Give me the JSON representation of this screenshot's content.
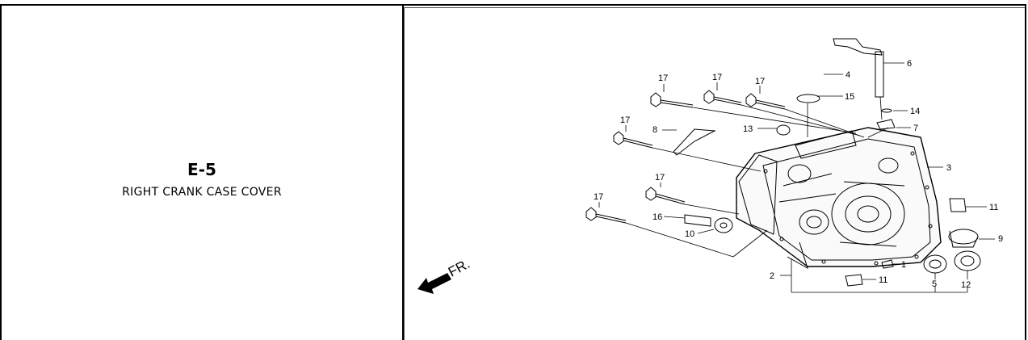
{
  "section": {
    "code": "E-5",
    "title": "RIGHT CRANK CASE COVER"
  },
  "diagram": {
    "direction_label": "FR.",
    "callouts": {
      "c1": "1",
      "c2": "2",
      "c3": "3",
      "c4": "4",
      "c5": "5",
      "c6": "6",
      "c7": "7",
      "c8": "8",
      "c9": "9",
      "c10": "10",
      "c11a": "11",
      "c11b": "11",
      "c12": "12",
      "c13": "13",
      "c14": "14",
      "c15": "15",
      "c16": "16",
      "c17a": "17",
      "c17b": "17",
      "c17c": "17",
      "c17d": "17",
      "c17e": "17",
      "c17f": "17"
    }
  }
}
